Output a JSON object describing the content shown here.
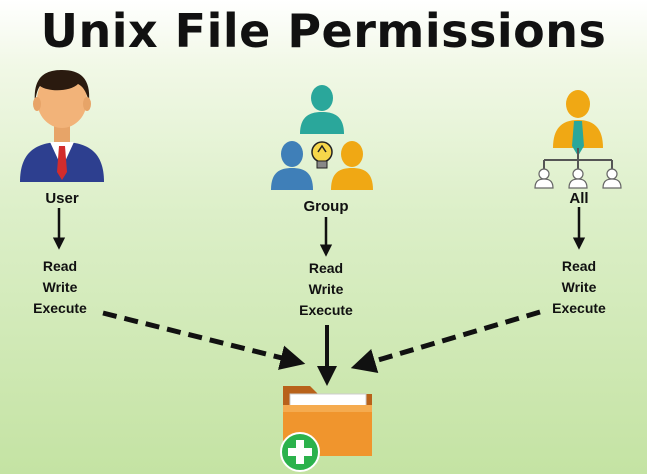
{
  "title": "Unix File Permissions",
  "roles": [
    {
      "name": "User",
      "icon": "user-icon",
      "permissions": [
        "Read",
        "Write",
        "Execute"
      ]
    },
    {
      "name": "Group",
      "icon": "group-icon",
      "permissions": [
        "Read",
        "Write",
        "Execute"
      ]
    },
    {
      "name": "All",
      "icon": "all-users-icon",
      "permissions": [
        "Read",
        "Write",
        "Execute"
      ]
    }
  ],
  "target_icon": "folder-add-icon",
  "colors": {
    "background_top": "#ffffff",
    "background_bottom": "#c4e3a3",
    "user_suit": "#2d3f8f",
    "user_tie": "#d22c2c",
    "group_top": "#2aa79b",
    "group_left": "#3f7fb8",
    "group_right": "#f0a814",
    "all_figure": "#f0a814",
    "folder": "#f0952d",
    "plus_badge": "#2bb24c"
  }
}
